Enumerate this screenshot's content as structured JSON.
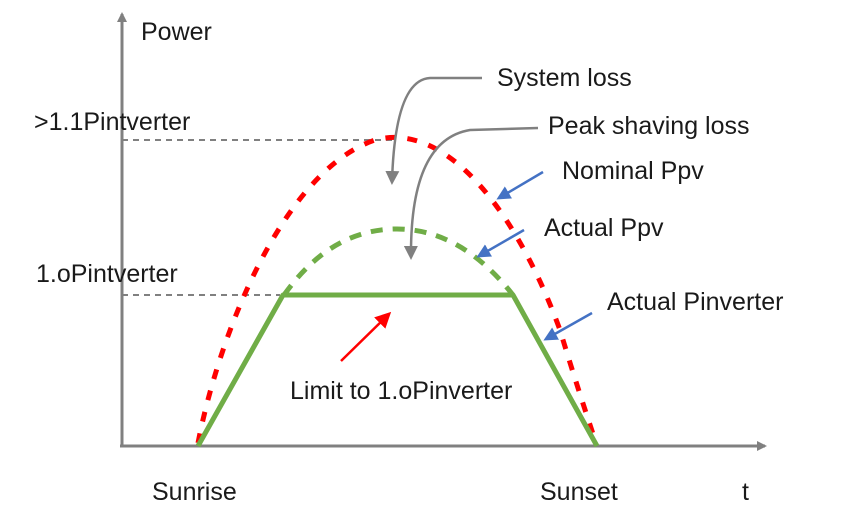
{
  "labels": {
    "power": "Power",
    "time": "t",
    "sunrise": "Sunrise",
    "sunset": "Sunset",
    "level_high": ">1.1Pintverter",
    "level_low": "1.oPintverter",
    "system_loss": "System loss",
    "peak_shaving_loss": "Peak shaving loss",
    "nominal_ppv": "Nominal Ppv",
    "actual_ppv": "Actual Ppv",
    "actual_pinverter": "Actual Pinverter",
    "limit": "Limit to 1.oPinverter"
  },
  "colors": {
    "axis": "#808080",
    "guide": "#808080",
    "nominal": "#ff0000",
    "actual": "#70ad47",
    "blue_arrow": "#4472c4",
    "grey_arrow": "#808080",
    "red_arrow": "#ff0000"
  }
}
